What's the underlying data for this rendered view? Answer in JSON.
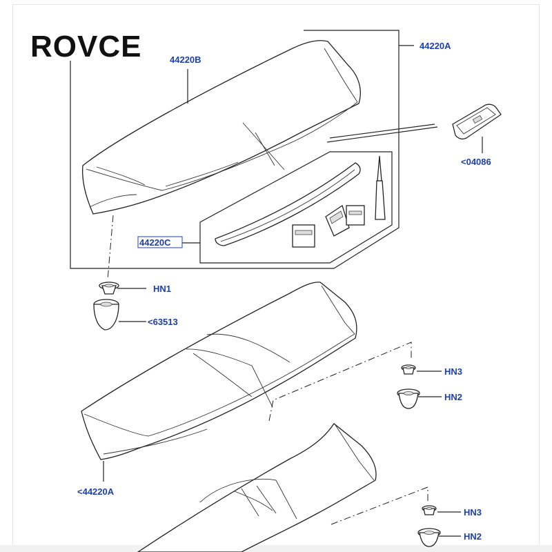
{
  "brand": {
    "logo_text": "ROVCE",
    "logo_color": "#111111"
  },
  "callout_color": "#1e3fa8",
  "callouts": {
    "c44220A": "44220A",
    "c44220B": "44220B",
    "c04086": "<04086",
    "c44220C": "44220C",
    "hn1": "HN1",
    "c63513": "<63513",
    "hn3_a": "HN3",
    "hn2_a": "HN2",
    "c44220A_lower": "<44220A",
    "hn3_b": "HN3",
    "hn2_b": "HN2"
  }
}
